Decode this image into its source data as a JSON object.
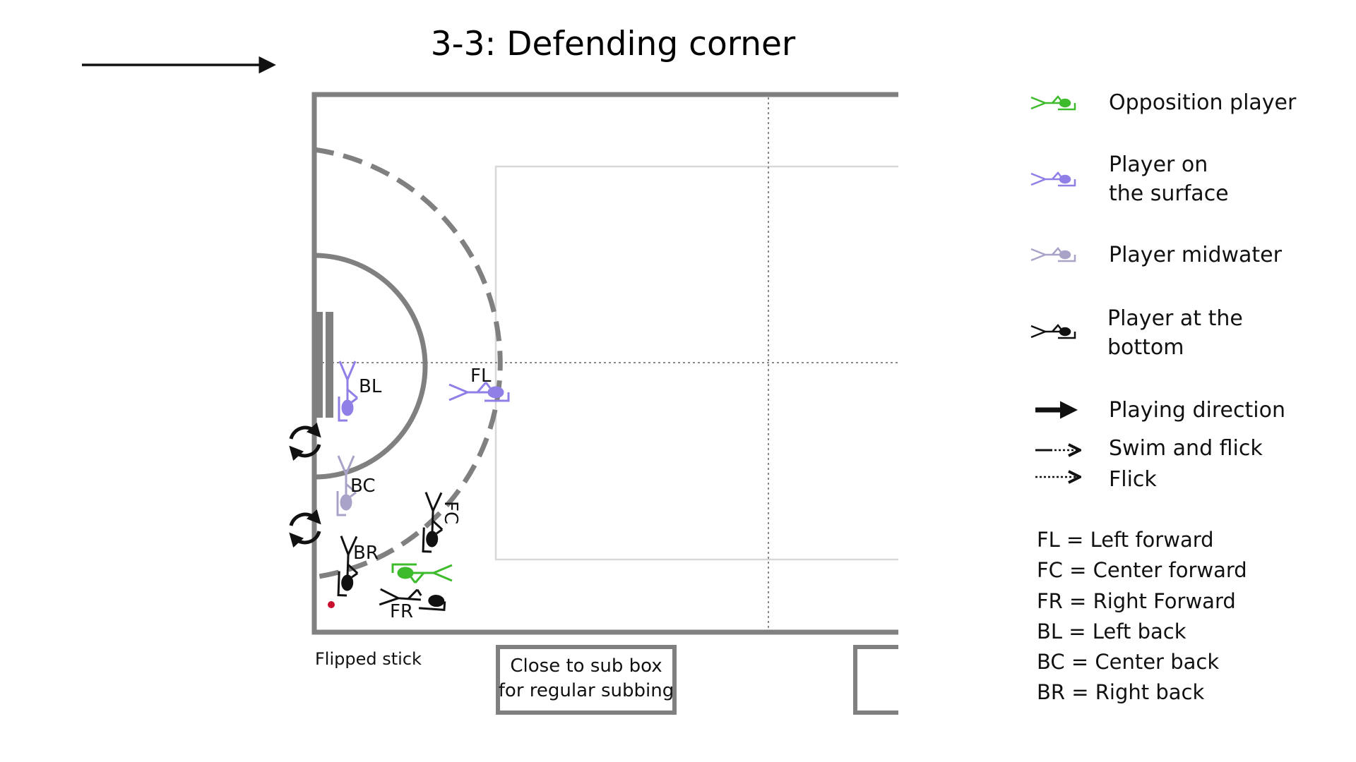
{
  "title": "3-3:  Defending corner",
  "colors": {
    "field_line": "#808080",
    "light_line": "#d6d6d6",
    "opposition": "#3dbb2c",
    "surface": "#8f7fe6",
    "midwater": "#a9a3c8",
    "bottom": "#111111",
    "puck": "#c8102e"
  },
  "players": {
    "bl": "BL",
    "fl": "FL",
    "bc": "BC",
    "fc": "FC",
    "br": "BR",
    "fr": "FR"
  },
  "annotations": {
    "flipped_stick": "Flipped stick",
    "sub_box_line1": "Close to sub box",
    "sub_box_line2": "for regular subbing"
  },
  "icons": {
    "rotate": "rotate-arrows-icon",
    "puck": "puck-icon"
  },
  "legend": {
    "opposition": "Opposition player",
    "surface_line1": "Player on",
    "surface_line2": "the surface",
    "midwater": "Player midwater",
    "bottom_line1": "Player at the",
    "bottom_line2": "bottom",
    "direction": "Playing direction",
    "swim_flick": "Swim and flick",
    "flick": "Flick"
  },
  "abbreviations": [
    "FL = Left forward",
    "FC = Center forward",
    "FR = Right Forward",
    "BL = Left back",
    "BC = Center back",
    "BR = Right back"
  ]
}
